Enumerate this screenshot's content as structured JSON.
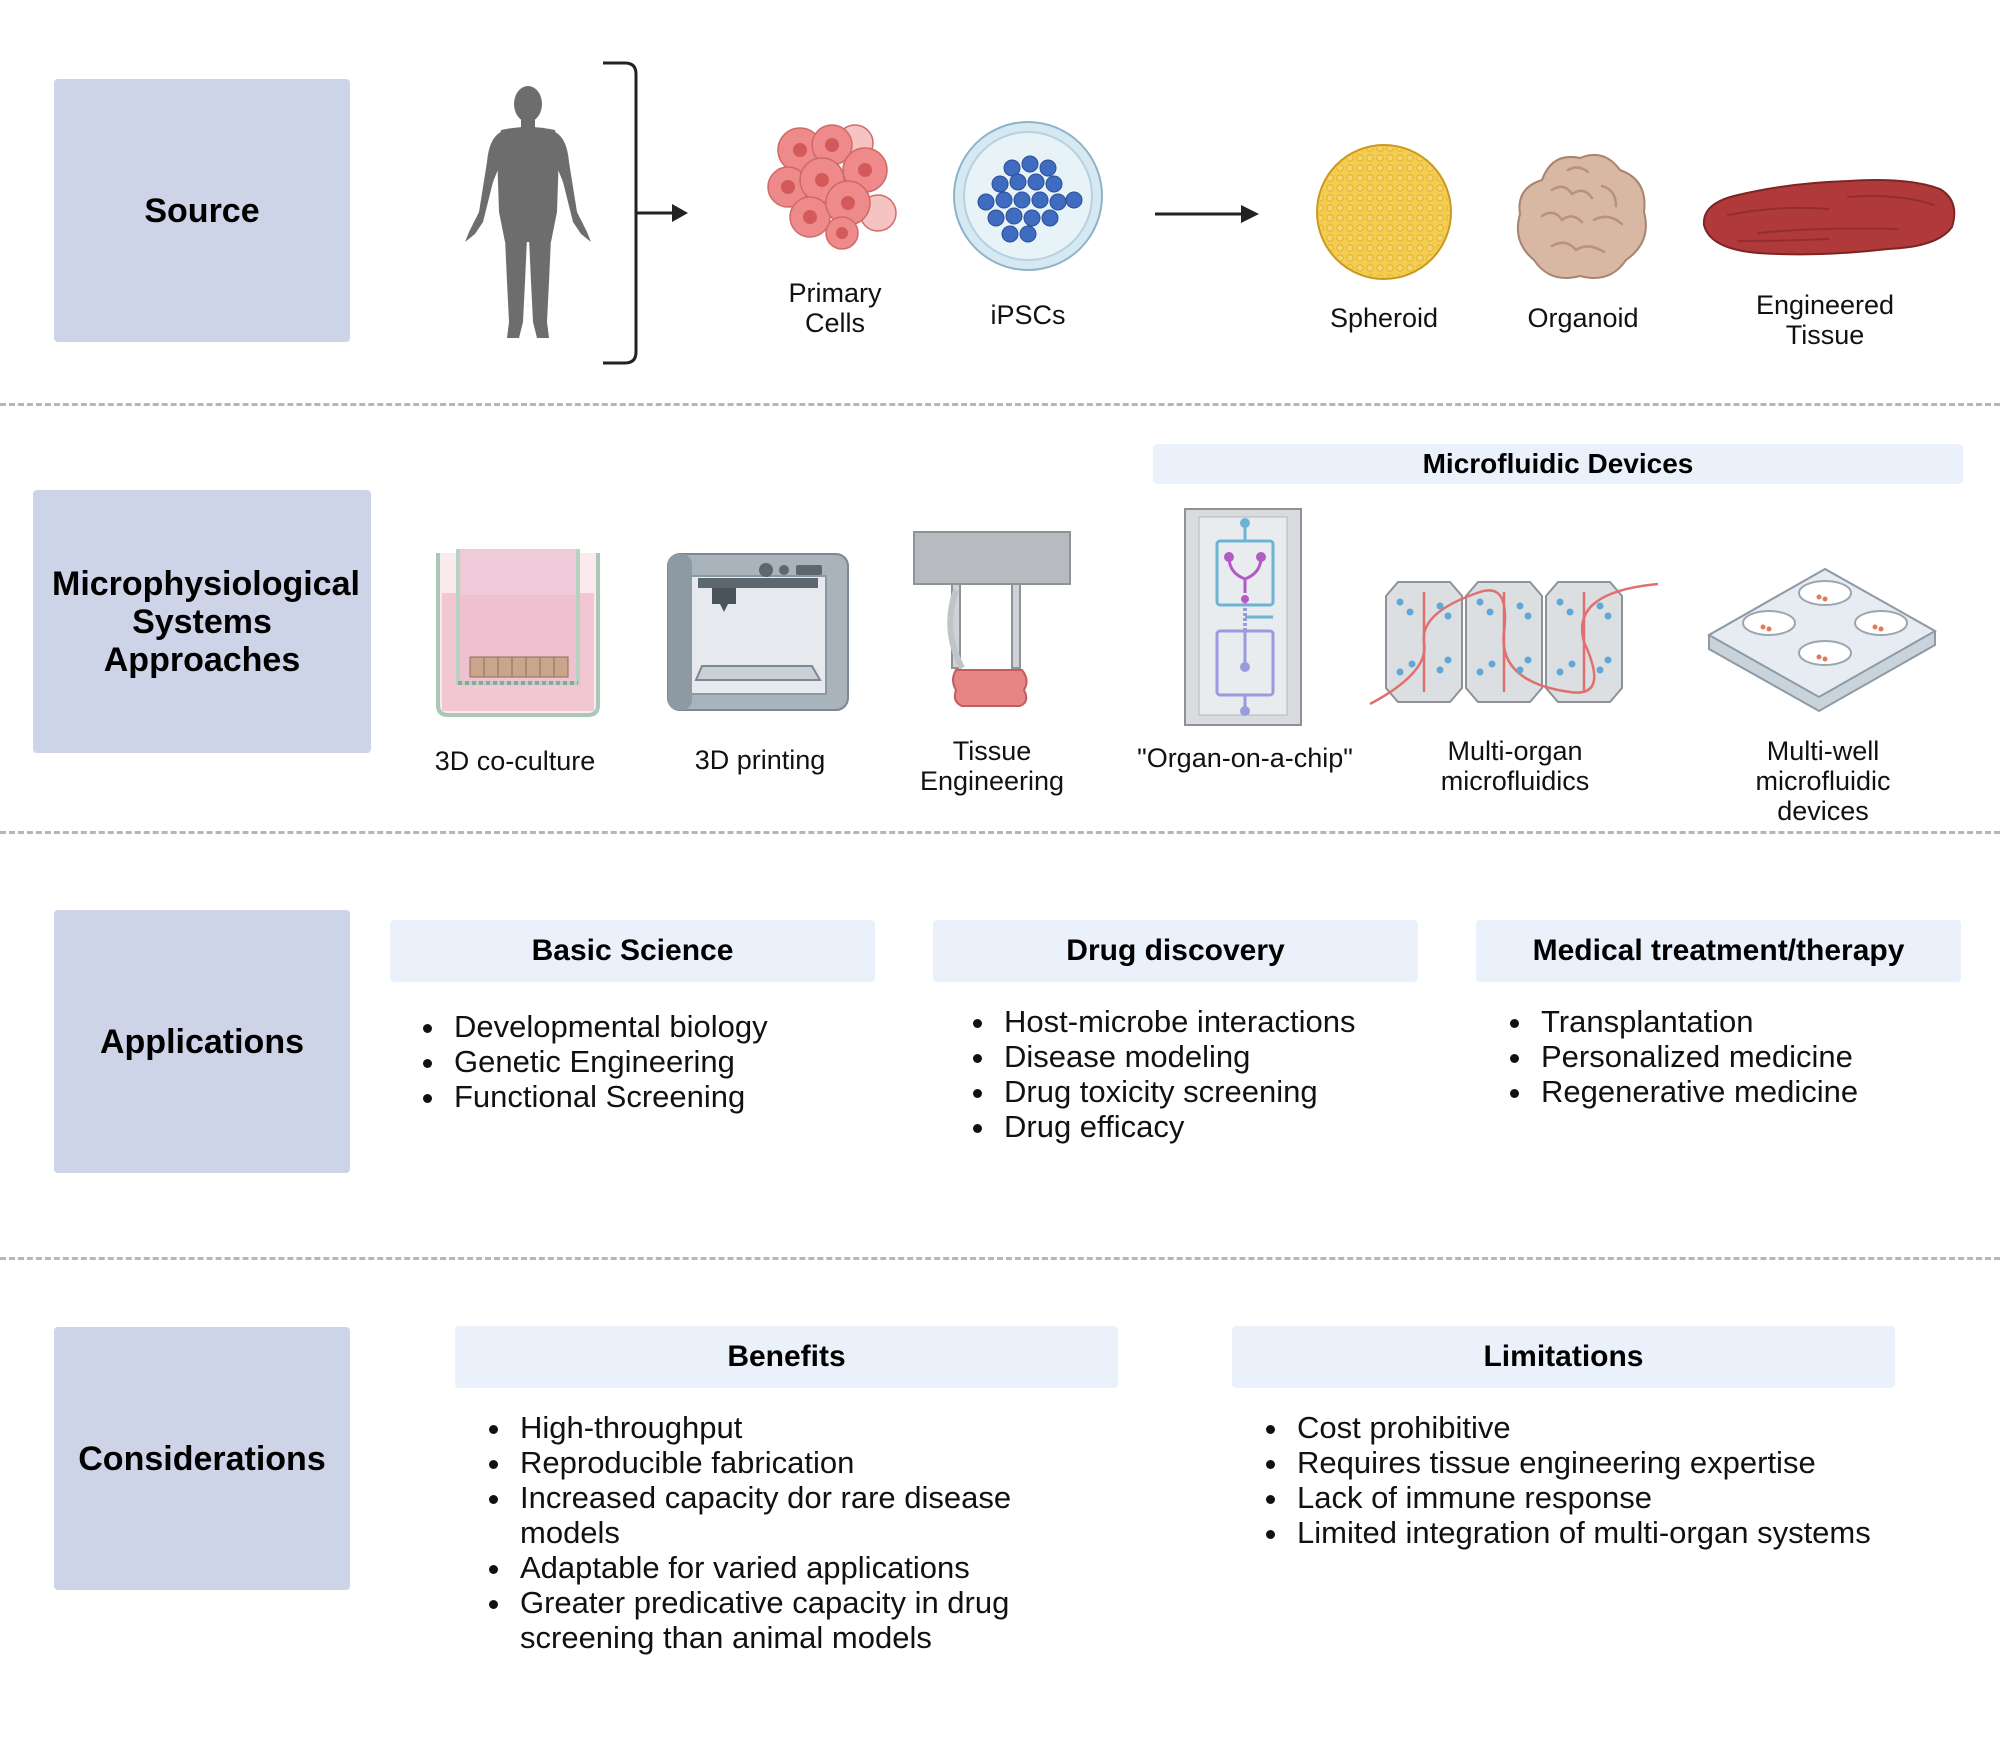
{
  "rows": {
    "source": {
      "label": "Source"
    },
    "mps": {
      "label": "Microphysiological Systems Approaches"
    },
    "applications": {
      "label": "Applications"
    },
    "considerations": {
      "label": "Considerations"
    }
  },
  "source_items": {
    "primary_cells": "Primary Cells",
    "ipscs": "iPSCs",
    "spheroid": "Spheroid",
    "organoid": "Organoid",
    "engineered_tissue": "Engineered Tissue"
  },
  "mps_items": {
    "microfluidic_header": "Microfluidic Devices",
    "co_culture": "3D co-culture",
    "printing": "3D printing",
    "tissue_engineering": "Tissue Engineering",
    "organ_on_chip": "\"Organ-on-a-chip\"",
    "multi_organ": "Multi-organ microfluidics",
    "multi_well": "Multi-well microfluidic devices"
  },
  "applications": {
    "basic_science": {
      "title": "Basic Science",
      "items": [
        "Developmental biology",
        "Genetic Engineering",
        "Functional Screening"
      ]
    },
    "drug_discovery": {
      "title": "Drug discovery",
      "items": [
        "Host-microbe interactions",
        "Disease modeling",
        "Drug toxicity screening",
        "Drug efficacy"
      ]
    },
    "medical": {
      "title": "Medical treatment/therapy",
      "items": [
        "Transplantation",
        "Personalized medicine",
        "Regenerative medicine"
      ]
    }
  },
  "considerations": {
    "benefits": {
      "title": "Benefits",
      "items": [
        "High-throughput",
        "Reproducible fabrication",
        "Increased capacity dor rare disease models",
        "Adaptable for varied applications",
        "Greater predicative capacity in drug screening than animal models"
      ]
    },
    "limitations": {
      "title": "Limitations",
      "items": [
        "Cost prohibitive",
        "Requires tissue engineering expertise",
        "Lack of immune response",
        "Limited integration of multi-organ systems"
      ]
    }
  },
  "colors": {
    "label_box": "#ced4e8",
    "header_box": "#eaf1fb",
    "separator": "#b6b6b6"
  }
}
